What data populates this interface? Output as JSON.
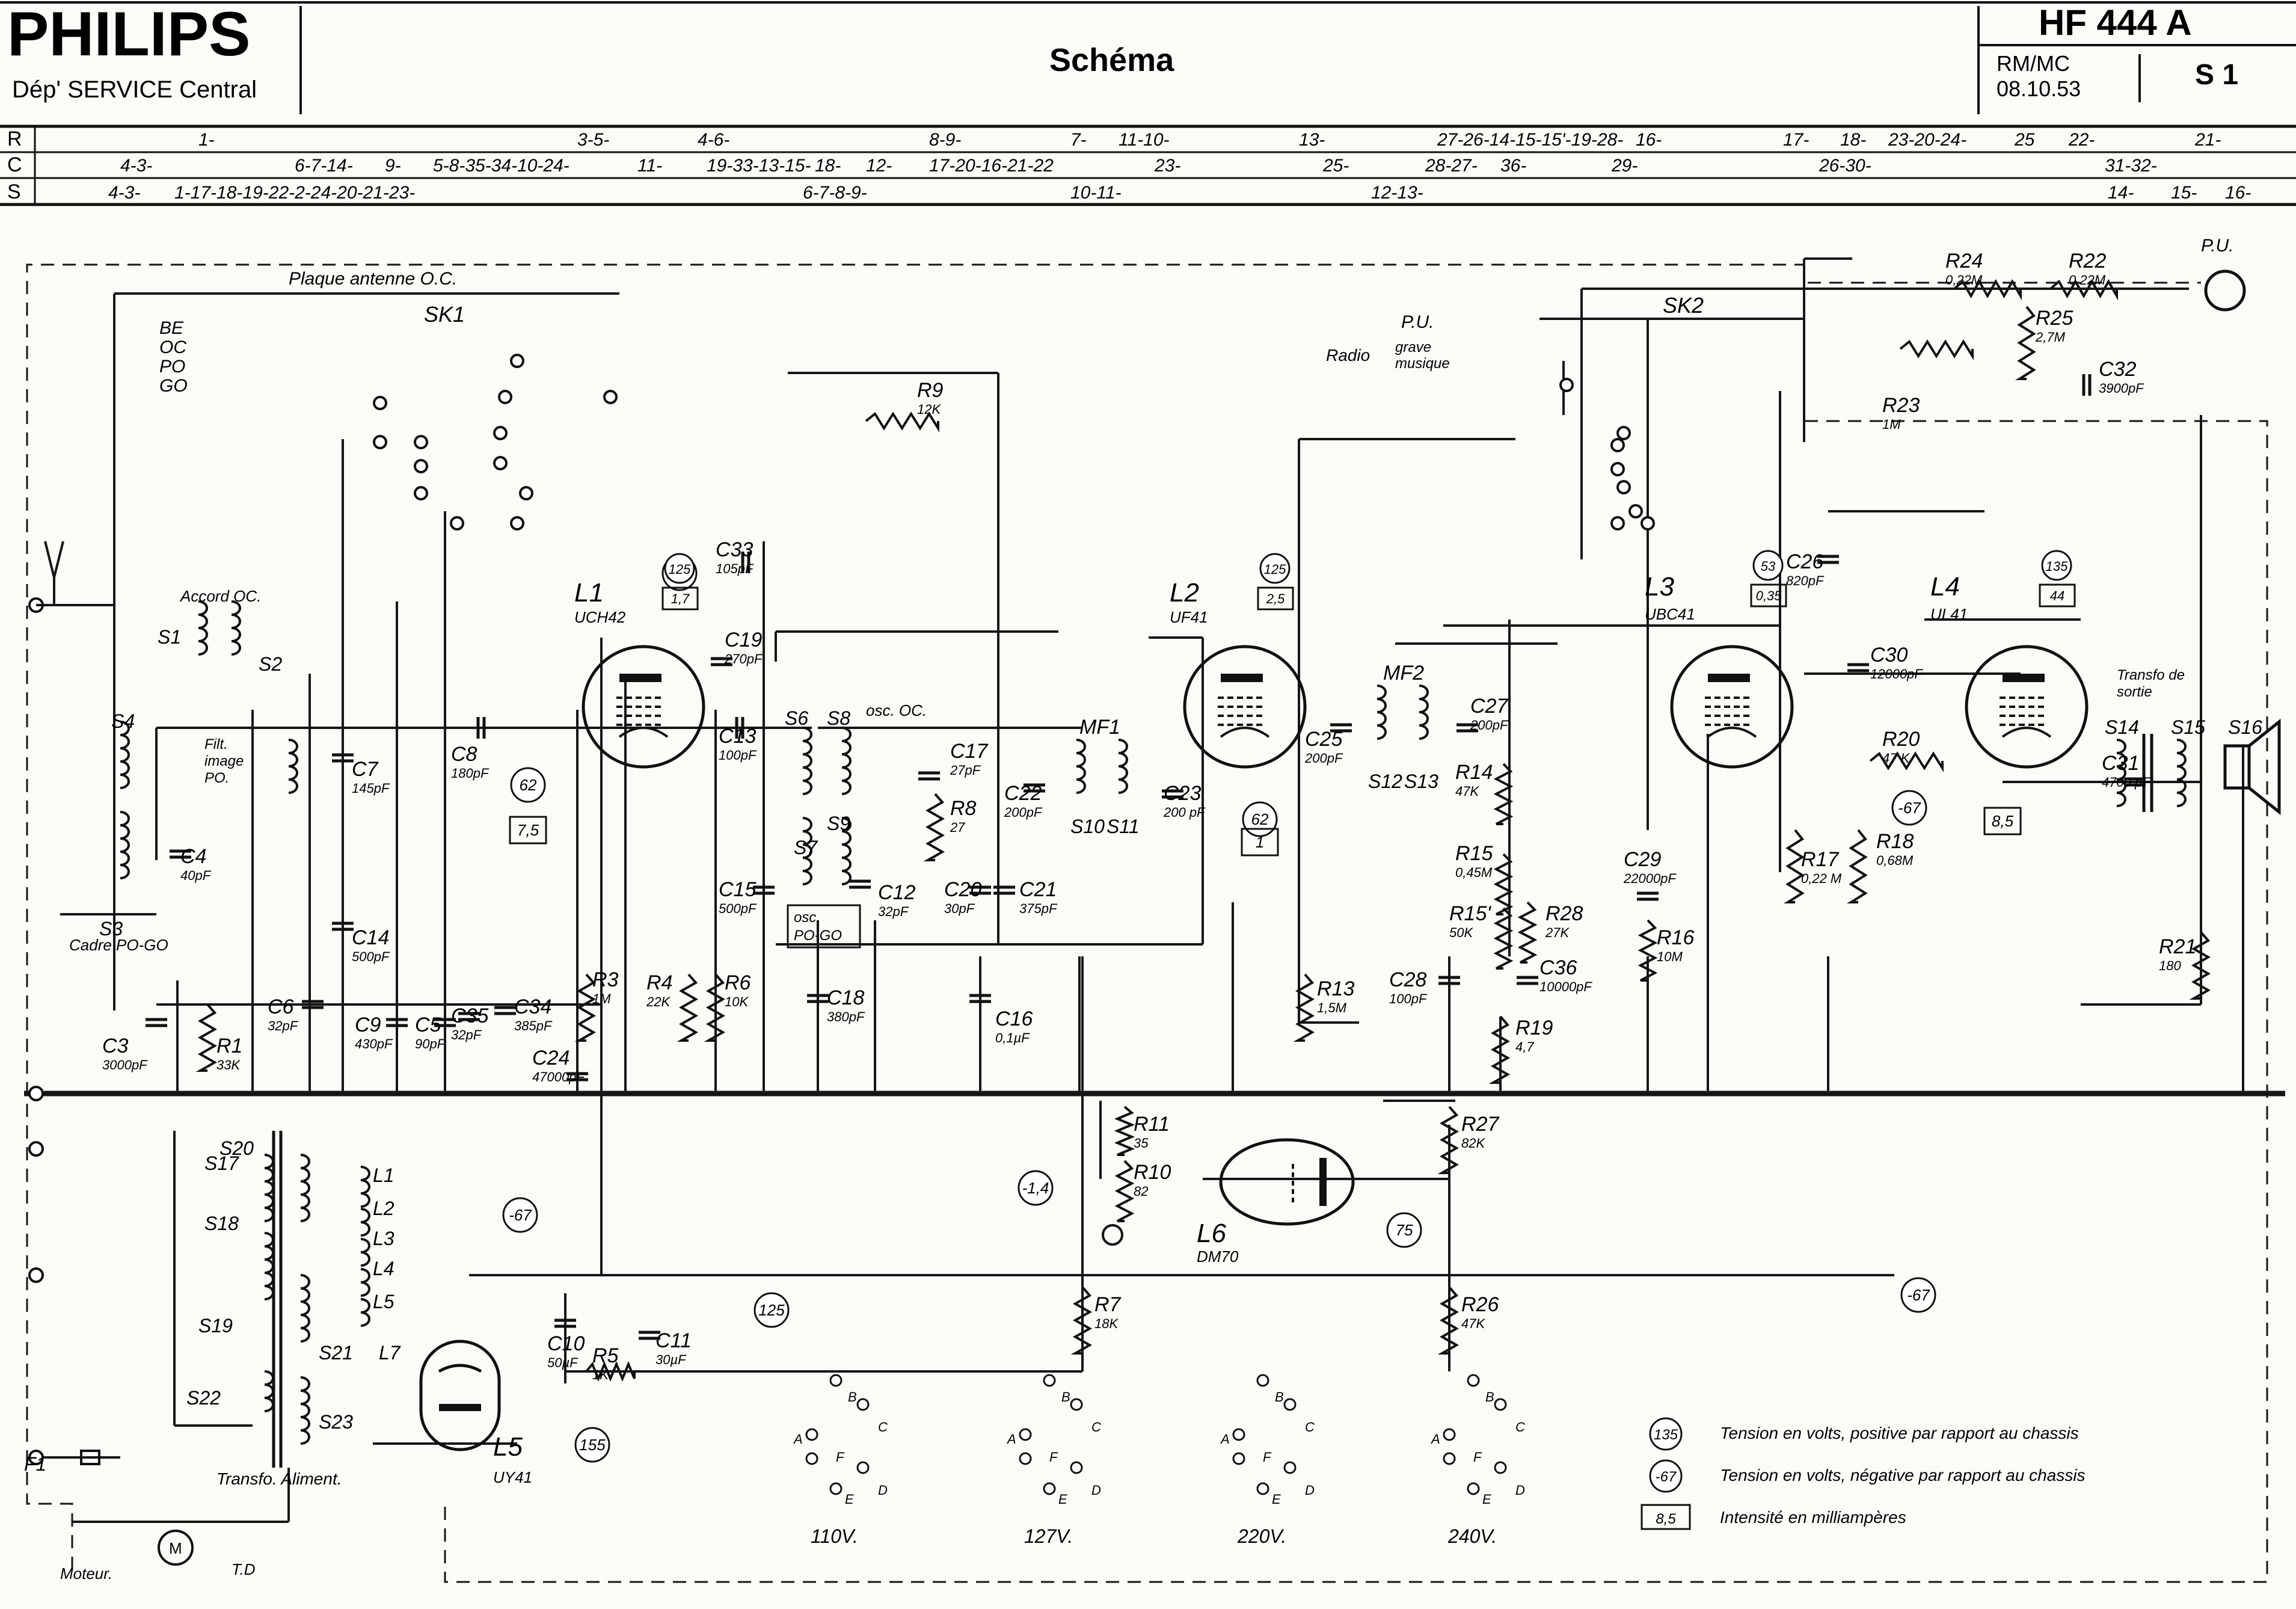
{
  "header": {
    "brand": "PHILIPS",
    "department": "Dép' SERVICE Central",
    "title": "Schéma",
    "model": "HF 444 A",
    "ref": "RM/MC",
    "date": "08.10.53",
    "sheet": "S 1"
  },
  "index_rows": [
    {
      "letter": "R",
      "entries": [
        "1-",
        "3-5-",
        "4-6-",
        "8-9-",
        "7-",
        "11-10-",
        "13-",
        "27-26-14-15-15'-19-28-",
        "16-",
        "17-",
        "18-",
        "23-20-24-",
        "25",
        "22-",
        "21-"
      ]
    },
    {
      "letter": "C",
      "entries": [
        "4-3-",
        "6-7-14-",
        "9-",
        "5-8-35-34-10-24-",
        "11-",
        "19-33-13-15-",
        "18-",
        "12-",
        "17-20-16-21-22",
        "23-",
        "25-",
        "28-27-",
        "36-",
        "29-",
        "26-30-",
        "31-32-"
      ]
    },
    {
      "letter": "S",
      "entries": [
        "4-3-",
        "1-17-18-19-22-2-24-20-21-23-",
        "6-7-8-9-",
        "10-11-",
        "12-13-",
        "14-",
        "15-",
        "16-"
      ]
    }
  ],
  "labels": {
    "antenna_plate": "Plaque antenne O.C.",
    "sk1": "SK1",
    "sk2": "SK2",
    "bands": [
      "BE",
      "OC",
      "PO",
      "GO"
    ],
    "accord": "Accord OC.",
    "filt": [
      "Filt.",
      "image",
      "PO."
    ],
    "cadre": "Cadre PO-GO",
    "asc_oc": "osc. OC.",
    "osc_pogo": [
      "osc.",
      "PO-GO"
    ],
    "pu_top": "P.U.",
    "pu_radio": "Radio",
    "pu_grave": "grave",
    "pu_musique": "musique",
    "pu_right": "P.U.",
    "transfo_sortie": [
      "Transfo de",
      "sortie"
    ],
    "transfo_aliment": "Transfo. Aliment.",
    "moteur": "Moteur.",
    "td": "T.D",
    "motor_m": "M",
    "mf1": "MF1",
    "mf2": "MF2"
  },
  "tubes": [
    {
      "name": "L1",
      "type": "UCH42",
      "volts": "125",
      "ma": "1,7"
    },
    {
      "name": "L2",
      "type": "UF41",
      "volts": "125",
      "ma": "2,5"
    },
    {
      "name": "L3",
      "type": "UBC41",
      "volts": "53",
      "ma": "0,35"
    },
    {
      "name": "L4",
      "type": "UL41",
      "volts": "135",
      "ma": "44"
    },
    {
      "name": "L5",
      "type": "UY41"
    },
    {
      "name": "L6",
      "type": "DM70"
    }
  ],
  "components": [
    {
      "ref": "R1",
      "val": "33K"
    },
    {
      "ref": "R3",
      "val": "1M"
    },
    {
      "ref": "R4",
      "val": "22K"
    },
    {
      "ref": "R5",
      "val": "1K"
    },
    {
      "ref": "R6",
      "val": "10K"
    },
    {
      "ref": "R7",
      "val": "18K"
    },
    {
      "ref": "R8",
      "val": "27"
    },
    {
      "ref": "R9",
      "val": "12K"
    },
    {
      "ref": "R10",
      "val": "82"
    },
    {
      "ref": "R11",
      "val": "35"
    },
    {
      "ref": "R13",
      "val": "1,5M"
    },
    {
      "ref": "R14",
      "val": "47K"
    },
    {
      "ref": "R15",
      "val": "0,45M"
    },
    {
      "ref": "R15'",
      "val": "50K"
    },
    {
      "ref": "R16",
      "val": "10M"
    },
    {
      "ref": "R17",
      "val": "0,22 M"
    },
    {
      "ref": "R18",
      "val": "0,68M"
    },
    {
      "ref": "R19",
      "val": "4,7"
    },
    {
      "ref": "R20",
      "val": "47 K"
    },
    {
      "ref": "R21",
      "val": "180"
    },
    {
      "ref": "R22",
      "val": "0,22M"
    },
    {
      "ref": "R23",
      "val": "1M"
    },
    {
      "ref": "R24",
      "val": "0,22M"
    },
    {
      "ref": "R25",
      "val": "2,7M"
    },
    {
      "ref": "R26",
      "val": "47K"
    },
    {
      "ref": "R27",
      "val": "82K"
    },
    {
      "ref": "R28",
      "val": "27K"
    },
    {
      "ref": "C3",
      "val": "3000pF"
    },
    {
      "ref": "C4",
      "val": "40pF"
    },
    {
      "ref": "C5",
      "val": "90pF"
    },
    {
      "ref": "C6",
      "val": "32pF"
    },
    {
      "ref": "C7",
      "val": "145pF"
    },
    {
      "ref": "C8",
      "val": "180pF"
    },
    {
      "ref": "C9",
      "val": "430pF"
    },
    {
      "ref": "C10",
      "val": "50µF"
    },
    {
      "ref": "C11",
      "val": "30µF"
    },
    {
      "ref": "C12",
      "val": "32pF"
    },
    {
      "ref": "C13",
      "val": "100pF"
    },
    {
      "ref": "C14",
      "val": "500pF"
    },
    {
      "ref": "C15",
      "val": "500pF"
    },
    {
      "ref": "C16",
      "val": "0,1µF"
    },
    {
      "ref": "C17",
      "val": "27pF"
    },
    {
      "ref": "C18",
      "val": "380pF"
    },
    {
      "ref": "C19",
      "val": "270pF"
    },
    {
      "ref": "C20",
      "val": "30pF"
    },
    {
      "ref": "C21",
      "val": "375pF"
    },
    {
      "ref": "C22",
      "val": "200pF"
    },
    {
      "ref": "C23",
      "val": "200 pF"
    },
    {
      "ref": "C24",
      "val": "47000pF"
    },
    {
      "ref": "C25",
      "val": "200pF"
    },
    {
      "ref": "C26",
      "val": "820pF"
    },
    {
      "ref": "C27",
      "val": "200pF"
    },
    {
      "ref": "C28",
      "val": "100pF"
    },
    {
      "ref": "C29",
      "val": "22000pF"
    },
    {
      "ref": "C30",
      "val": "12000pF"
    },
    {
      "ref": "C31",
      "val": "4700 pF"
    },
    {
      "ref": "C32",
      "val": "3900pF"
    },
    {
      "ref": "C33",
      "val": "105pF"
    },
    {
      "ref": "C34",
      "val": "385pF"
    },
    {
      "ref": "C35",
      "val": "32pF"
    },
    {
      "ref": "C36",
      "val": "10000pF"
    }
  ],
  "windings": [
    "S1",
    "S2",
    "S3",
    "S4",
    "S6",
    "S7",
    "S8",
    "S9",
    "S10",
    "S11",
    "S12",
    "S13",
    "S14",
    "S15",
    "S16",
    "S17",
    "S18",
    "S19",
    "S20",
    "S21",
    "S22",
    "S23",
    "L1",
    "L2",
    "L3",
    "L4",
    "L5",
    "L7",
    "F1"
  ],
  "voltage_badges": [
    "62",
    "7,5",
    "62",
    "1",
    "-1,4",
    "75",
    "125",
    "155",
    "-67",
    "-67",
    "-67",
    "125",
    "8,5"
  ],
  "mains_selector": [
    "110V.",
    "127V.",
    "220V.",
    "240V."
  ],
  "selector_letters": [
    "A",
    "B",
    "C",
    "D",
    "E",
    "F"
  ],
  "legend": [
    {
      "badge": "135",
      "text": "Tension en volts, positive par rapport au chassis"
    },
    {
      "badge": "-67",
      "text": "Tension en volts, négative par rapport au chassis"
    },
    {
      "badge": "8,5",
      "text": "Intensité en milliampères"
    }
  ]
}
